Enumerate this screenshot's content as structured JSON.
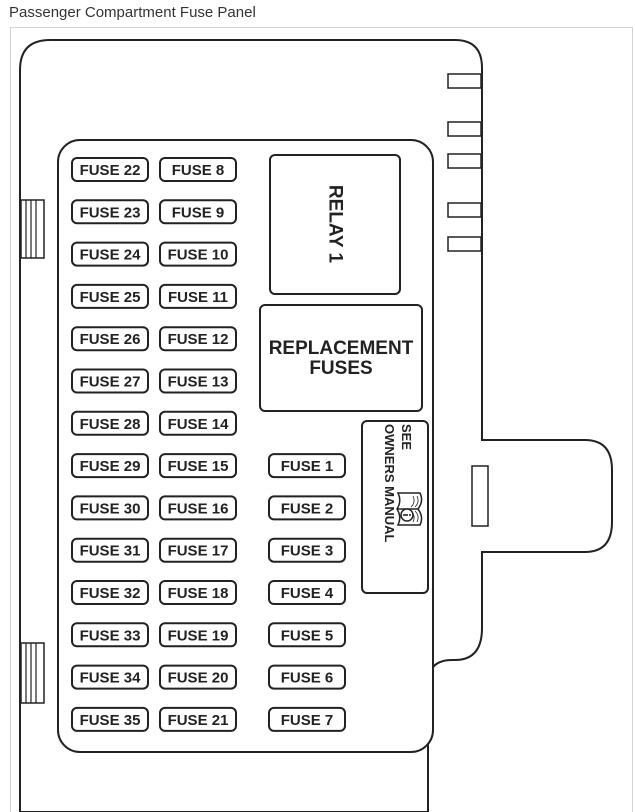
{
  "title": "Passenger Compartment Fuse Panel",
  "fuses": {
    "column_a": [
      "FUSE 22",
      "FUSE 23",
      "FUSE 24",
      "FUSE 25",
      "FUSE 26",
      "FUSE 27",
      "FUSE 28",
      "FUSE 29",
      "FUSE 30",
      "FUSE 31",
      "FUSE 32",
      "FUSE 33",
      "FUSE 34",
      "FUSE 35"
    ],
    "column_b": [
      "FUSE 8",
      "FUSE 9",
      "FUSE 10",
      "FUSE 11",
      "FUSE 12",
      "FUSE 13",
      "FUSE 14",
      "FUSE 15",
      "FUSE 16",
      "FUSE 17",
      "FUSE 18",
      "FUSE 19",
      "FUSE 20",
      "FUSE 21"
    ],
    "column_c": [
      "FUSE 1",
      "FUSE 2",
      "FUSE 3",
      "FUSE 4",
      "FUSE 5",
      "FUSE 6",
      "FUSE 7"
    ]
  },
  "relay": {
    "label": "RELAY 1"
  },
  "replacement": {
    "line1": "REPLACEMENT",
    "line2": "FUSES"
  },
  "manual_note": {
    "line1": "SEE",
    "line2": "OWNERS MANUAL",
    "icon": "book-info-icon"
  }
}
